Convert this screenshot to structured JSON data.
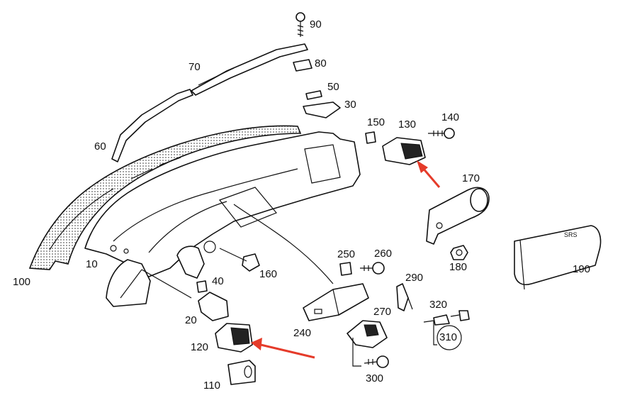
{
  "labels": {
    "p10": "10",
    "p20": "20",
    "p30": "30",
    "p40": "40",
    "p50": "50",
    "p60": "60",
    "p70": "70",
    "p80": "80",
    "p90": "90",
    "p100": "100",
    "p110": "110",
    "p120": "120",
    "p130": "130",
    "p140": "140",
    "p150": "150",
    "p160": "160",
    "p170": "170",
    "p180": "180",
    "p190": "190",
    "p240": "240",
    "p250": "250",
    "p260": "260",
    "p270": "270",
    "p290": "290",
    "p300": "300",
    "p310": "310",
    "p320": "320"
  },
  "colors": {
    "arrow": "#e53b2a",
    "line": "#111111",
    "background": "#ffffff"
  }
}
